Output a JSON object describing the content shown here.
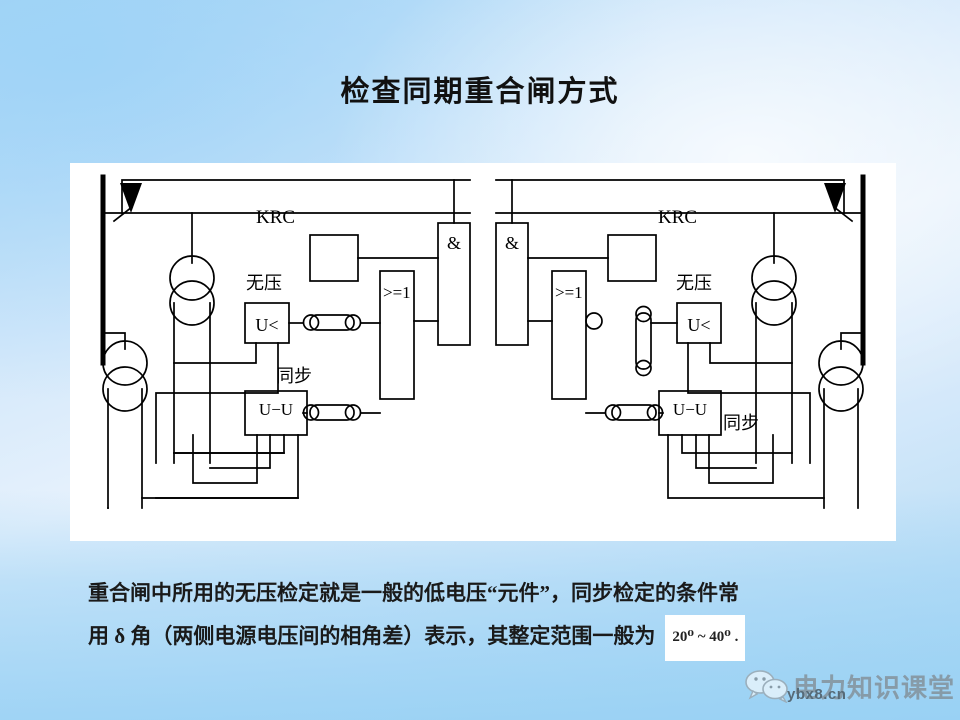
{
  "page": {
    "title": "检查同期重合闸方式",
    "background_top_color": "#cfe6fa",
    "background_bottom_color": "#a8d6f5",
    "panel_color": "#ffffff",
    "line_color": "#000000"
  },
  "diagram": {
    "name": "检查同期重合闸原理接线图",
    "left": {
      "krc_label": "KRC",
      "and_gate_label": "&",
      "or_gate_label": ">=1",
      "no_voltage_label": "无压",
      "no_voltage_block": "U<",
      "sync_label": "同步",
      "sync_block": "U−U"
    },
    "right": {
      "krc_label": "KRC",
      "and_gate_label": "&",
      "or_gate_label": ">=1",
      "no_voltage_label": "无压",
      "no_voltage_block": "U<",
      "sync_label": "同步",
      "sync_block": "U−U"
    }
  },
  "body": {
    "line1": "重合闸中所用的无压检定就是一般的低电压“元件”，同步检定的条件常",
    "line2": "用 δ 角（两侧电源电压间的相角差）表示，其整定范围一般为",
    "formula": "20⁰ ~ 40⁰ ."
  },
  "watermark": {
    "brand": "电力知识课堂",
    "url": "ybx8.cn",
    "icon": "wechat-icon"
  }
}
